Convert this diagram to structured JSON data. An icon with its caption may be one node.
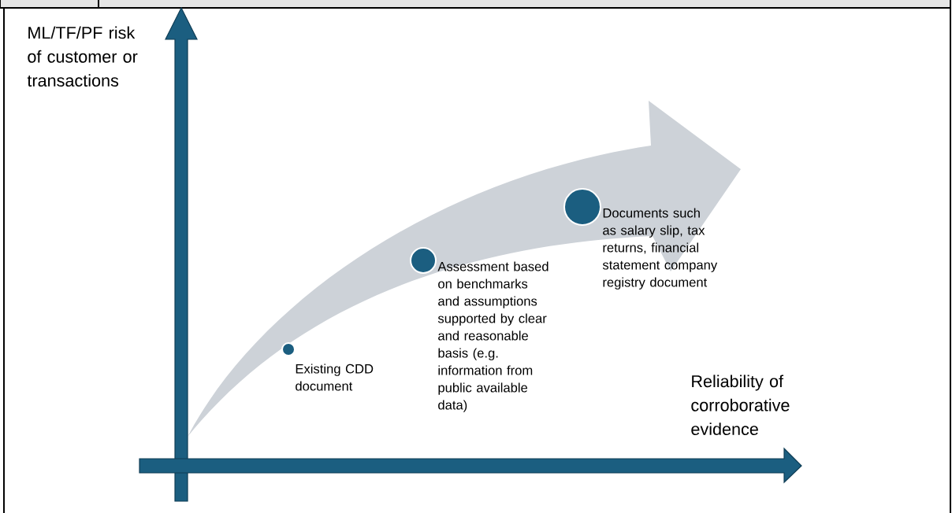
{
  "diagram": {
    "nodes": [
      {
        "text": [],
        "shape": "circle",
        "beside": [
          "Existing CDD document"
        ]
      },
      {
        "text": [],
        "shape": "circle",
        "beside": [
          "Assessment based on benchmarks and assumptions supported by clear and reasonable basis (e.g. information from public available data)"
        ]
      },
      {
        "text": [],
        "shape": "circle",
        "beside": [
          "Documents such as salary slip, tax returns, financial statement company registry document"
        ]
      }
    ],
    "labels": [
      "ML/TF/PF risk of customer or transactions",
      "Reliability of corroborative evidence"
    ]
  }
}
